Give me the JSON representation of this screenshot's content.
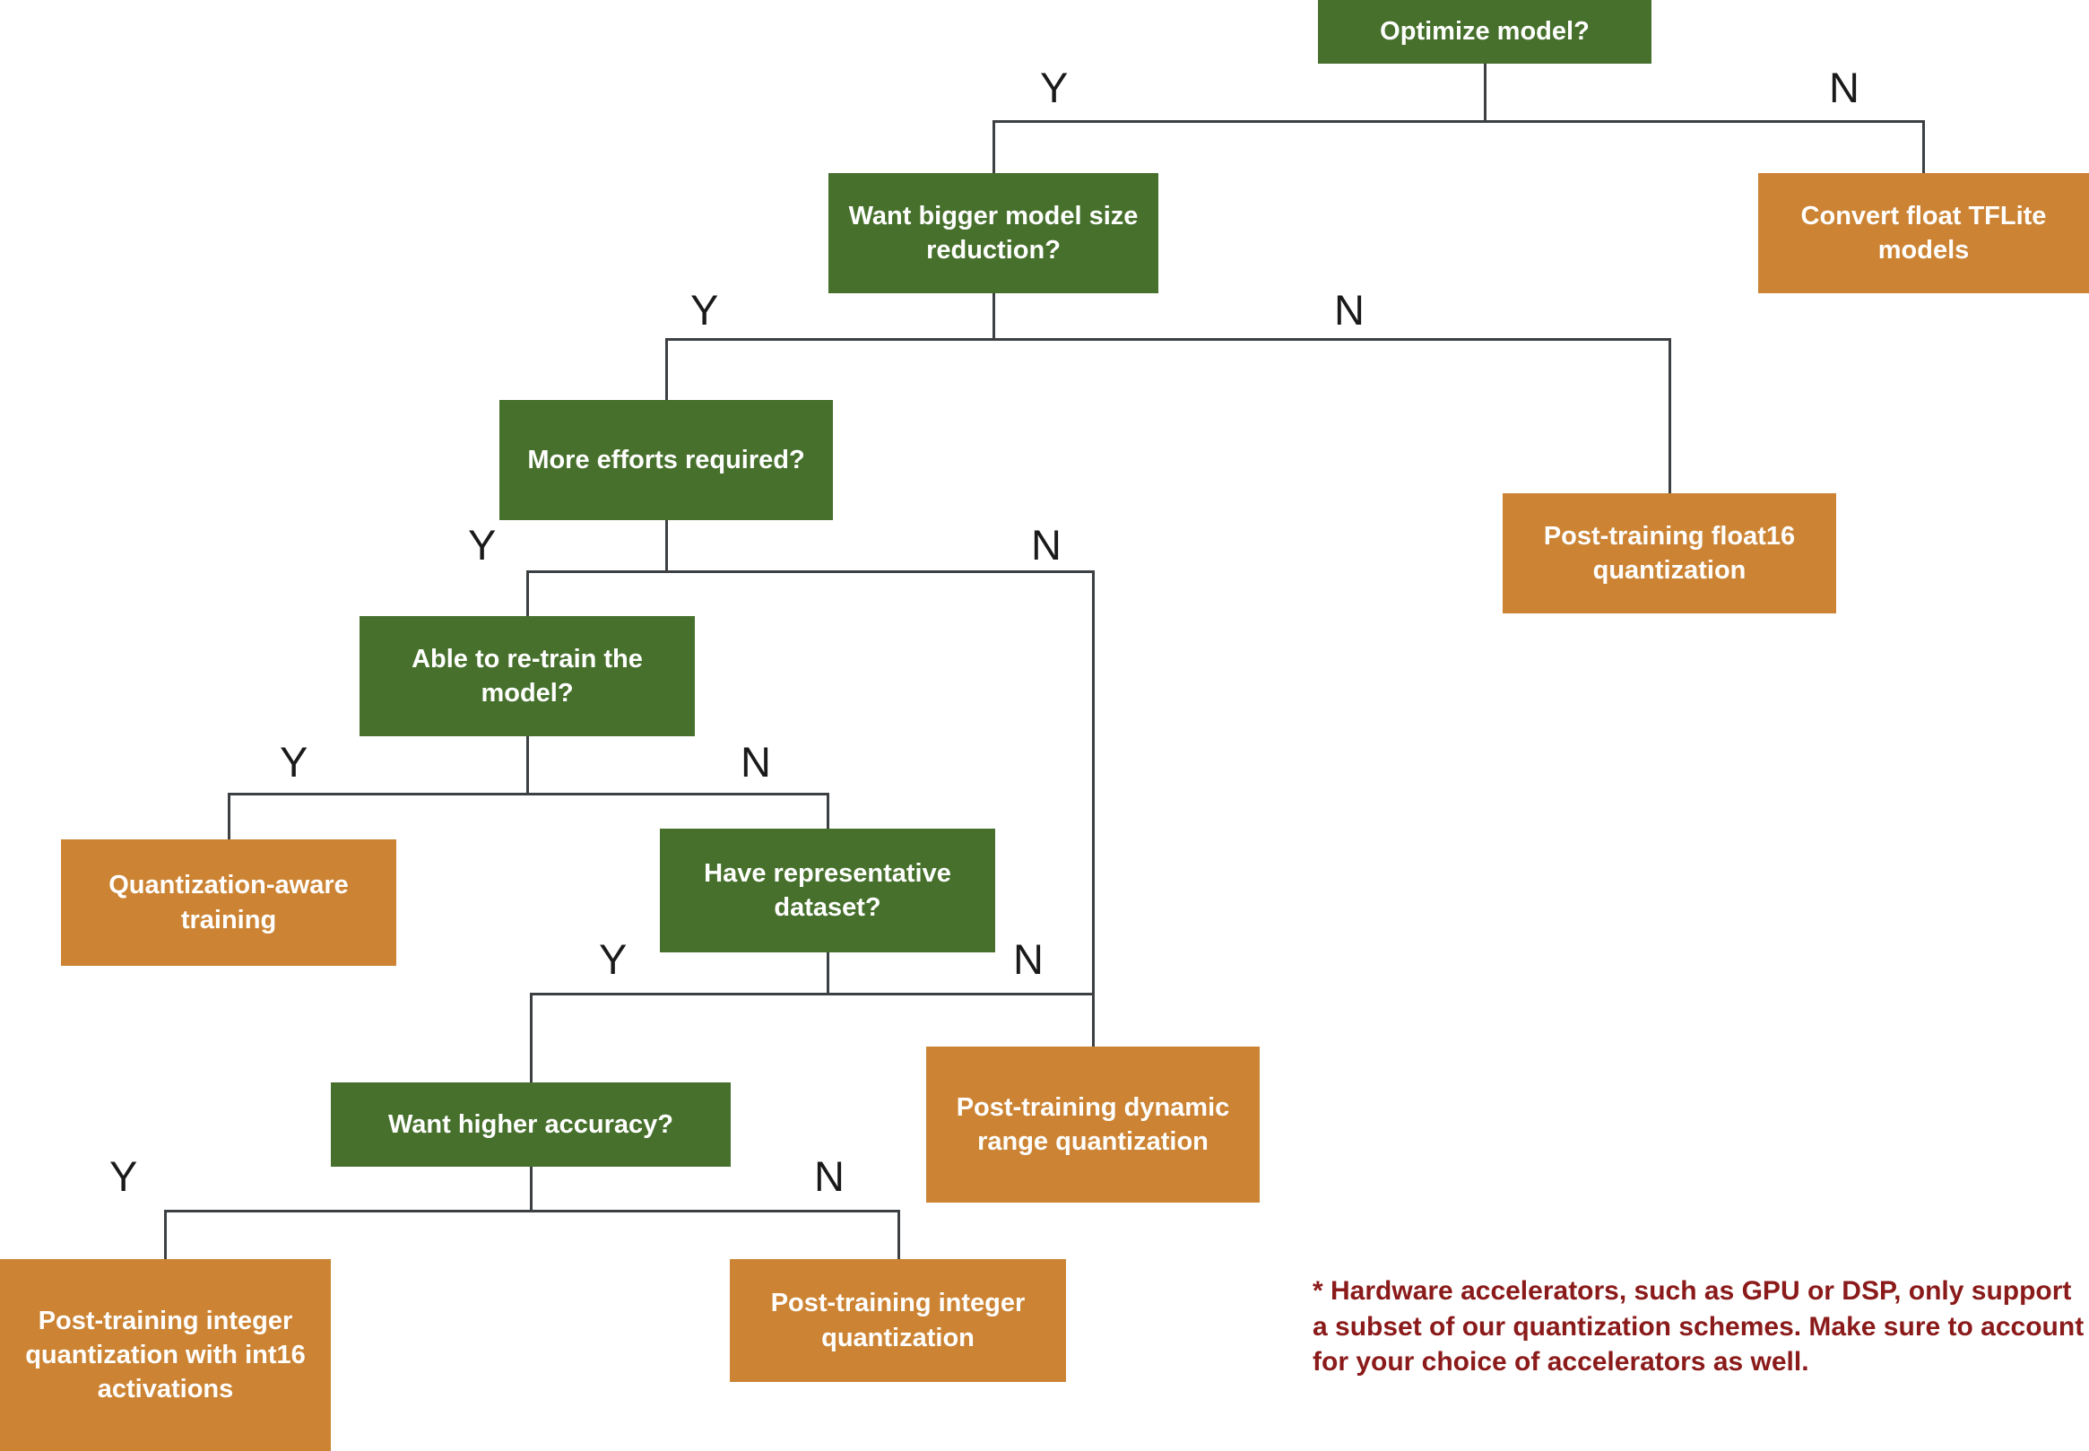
{
  "colors": {
    "background": "#ffffff",
    "decision_green": "#46702c",
    "outcome_orange": "#cc8434",
    "line": "#3c4043",
    "branch_label": "#1a1a1a",
    "node_text": "#ffffff",
    "footnote": "#8b1a1a"
  },
  "branch_labels": {
    "yes": "Y",
    "no": "N"
  },
  "nodes": {
    "optimize": {
      "label": "Optimize model?",
      "type": "decision"
    },
    "bigger": {
      "label": "Want bigger model size reduction?",
      "type": "decision"
    },
    "convert_float": {
      "label": "Convert float TFLite models",
      "type": "outcome"
    },
    "more_efforts": {
      "label": "More efforts required?",
      "type": "decision"
    },
    "float16": {
      "label": "Post-training float16 quantization",
      "type": "outcome"
    },
    "retrain": {
      "label": "Able to re-train the model?",
      "type": "decision"
    },
    "qat": {
      "label": "Quantization-aware training",
      "type": "outcome"
    },
    "rep_dataset": {
      "label": "Have representative dataset?",
      "type": "decision"
    },
    "higher_accuracy": {
      "label": "Want higher accuracy?",
      "type": "decision"
    },
    "dynamic_range": {
      "label": "Post-training dynamic range quantization",
      "type": "outcome"
    },
    "int16_act": {
      "label": "Post-training integer quantization with int16 activations",
      "type": "outcome"
    },
    "integer_quant": {
      "label": "Post-training integer quantization",
      "type": "outcome"
    }
  },
  "edges": [
    {
      "from": "optimize",
      "label": "Y",
      "to": "bigger"
    },
    {
      "from": "optimize",
      "label": "N",
      "to": "convert_float"
    },
    {
      "from": "bigger",
      "label": "Y",
      "to": "more_efforts"
    },
    {
      "from": "bigger",
      "label": "N",
      "to": "float16"
    },
    {
      "from": "more_efforts",
      "label": "Y",
      "to": "retrain"
    },
    {
      "from": "more_efforts",
      "label": "N",
      "to": "dynamic_range"
    },
    {
      "from": "retrain",
      "label": "Y",
      "to": "qat"
    },
    {
      "from": "retrain",
      "label": "N",
      "to": "rep_dataset"
    },
    {
      "from": "rep_dataset",
      "label": "Y",
      "to": "higher_accuracy"
    },
    {
      "from": "rep_dataset",
      "label": "N",
      "to": "dynamic_range"
    },
    {
      "from": "higher_accuracy",
      "label": "Y",
      "to": "int16_act"
    },
    {
      "from": "higher_accuracy",
      "label": "N",
      "to": "integer_quant"
    }
  ],
  "footnote": "* Hardware accelerators, such as GPU or DSP, only support a subset of our quantization schemes. Make sure to account for your choice of accelerators as well."
}
